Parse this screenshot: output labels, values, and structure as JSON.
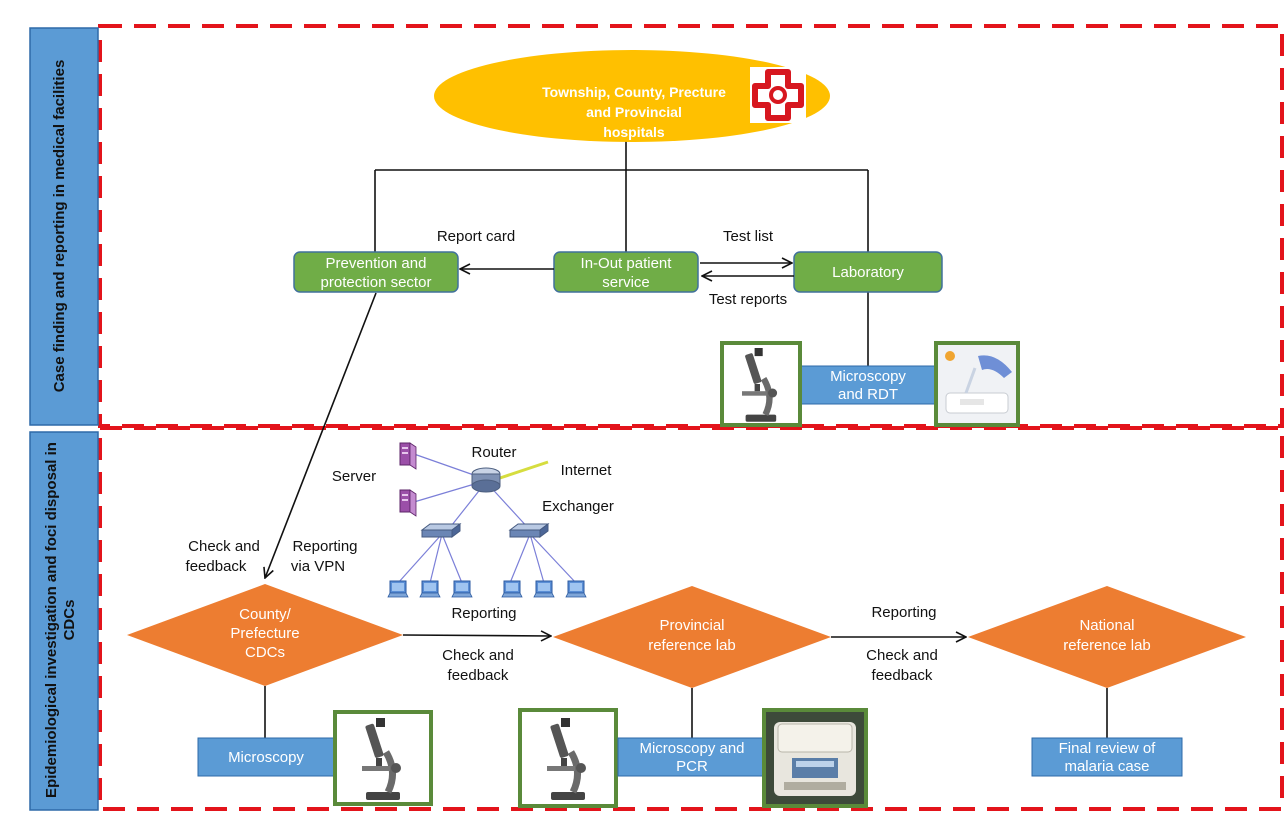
{
  "sections": {
    "top_label": "Case finding and reporting in medical facilities",
    "bottom_label_line1": "Epidemiological investigation and foci disposal in",
    "bottom_label_line2": "CDCs"
  },
  "nodes": {
    "hospitals": [
      "Township, County,  Precture",
      "and Provincial",
      "hospitals"
    ],
    "prevention": [
      "Prevention and",
      "protection sector"
    ],
    "inout": [
      "In-Out patient",
      "service"
    ],
    "laboratory": "Laboratory",
    "lab_methods": [
      "Microscopy",
      "and RDT"
    ],
    "county_cdc": [
      "County/",
      "Prefecture",
      "CDCs"
    ],
    "provincial_lab": [
      "Provincial",
      "reference lab"
    ],
    "national_lab": [
      "National",
      "reference lab"
    ],
    "county_methods": "Microscopy",
    "provincial_methods": [
      "Microscopy and",
      "PCR"
    ],
    "national_methods": [
      "Final review of",
      "malaria case"
    ]
  },
  "edges": {
    "report_card": "Report card",
    "test_list": "Test list",
    "test_reports": "Test reports",
    "check_feedback_left": [
      "Check and",
      "feedback"
    ],
    "reporting_vpn": [
      "Reporting",
      "via VPN"
    ],
    "reporting_mid": "Reporting",
    "check_feedback_mid": [
      "Check and",
      "feedback"
    ],
    "reporting_right": "Reporting",
    "check_feedback_right": [
      "Check and",
      "feedback"
    ]
  },
  "network": {
    "server": "Server",
    "router": "Router",
    "internet": "Internet",
    "exchanger": "Exchanger"
  },
  "colors": {
    "side_label": "#5b9bd5",
    "hospital": "#ffc000",
    "green_box": "#70ad47",
    "blue_box": "#5b9bd5",
    "diamond": "#ed7d31",
    "dashed_border": "#e3141b"
  },
  "icons": [
    "red-cross-hospital-icon",
    "microscope-icon",
    "rdt-test-photo",
    "pcr-machine-photo",
    "server-icon",
    "router-icon",
    "switch-icon",
    "computer-icon"
  ]
}
